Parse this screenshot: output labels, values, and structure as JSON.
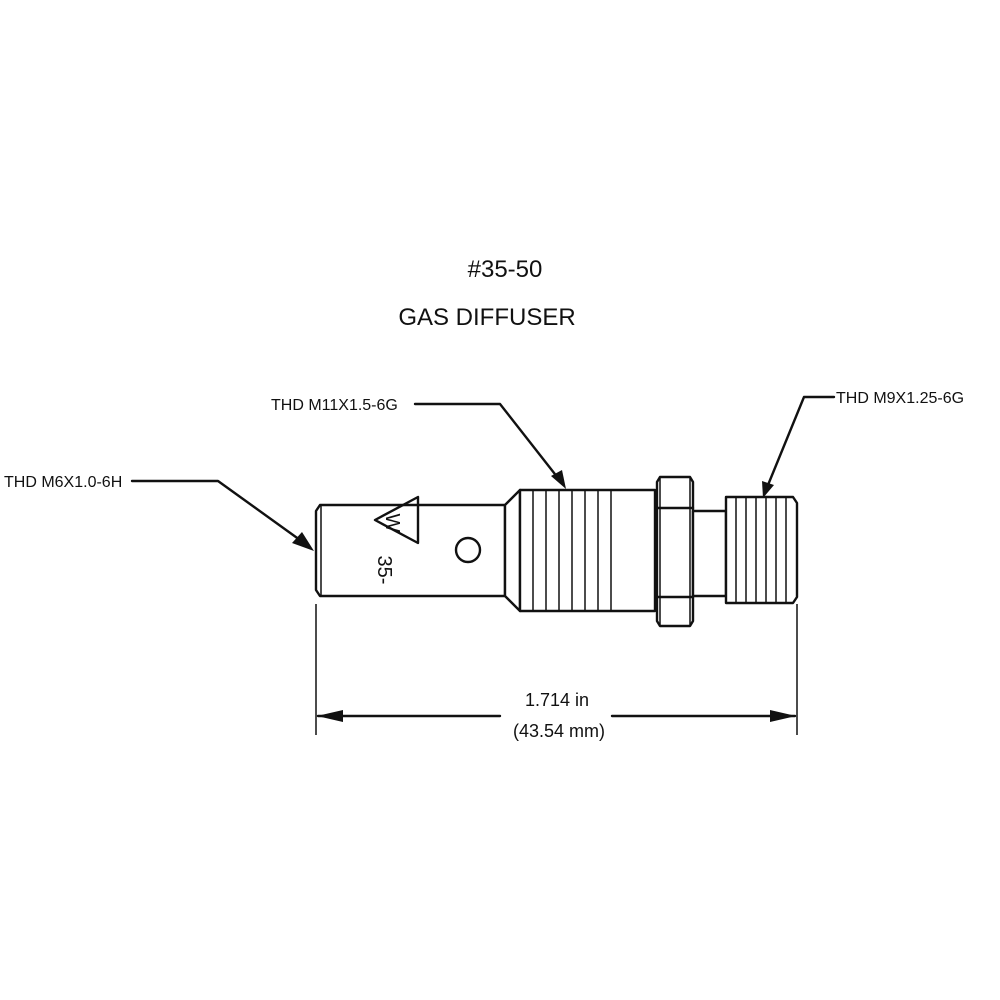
{
  "drawing": {
    "part_number": "#35-50",
    "part_name": "GAS DIFFUSER",
    "callouts": {
      "left_thread": "THD M6X1.0-6H",
      "middle_thread": "THD M11X1.5-6G",
      "right_thread": "THD M9X1.25-6G"
    },
    "dimension": {
      "inches": "1.714 in",
      "millimeters": "(43.54 mm)"
    },
    "body_marking": {
      "logo_letter": "W",
      "number": "35-"
    }
  }
}
